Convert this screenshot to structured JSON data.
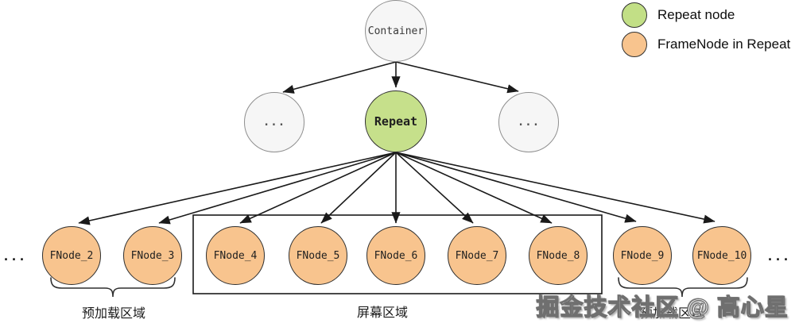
{
  "legend": {
    "items": [
      {
        "id": "repeat-node",
        "label": "Repeat node",
        "color": "#c2df86"
      },
      {
        "id": "framenode-in-repeat",
        "label": "FrameNode in Repeat",
        "color": "#f8c48e"
      }
    ]
  },
  "tree": {
    "root": "Container",
    "middle": {
      "left": "...",
      "center": "Repeat",
      "right": "..."
    },
    "fnodes": [
      "FNode_2",
      "FNode_3",
      "FNode_4",
      "FNode_5",
      "FNode_6",
      "FNode_7",
      "FNode_8",
      "FNode_9",
      "FNode_10"
    ],
    "ellipsis_left": "...",
    "ellipsis_right": "..."
  },
  "regions": {
    "preload_left": "预加载区域",
    "screen": "屏幕区域",
    "preload_right": "预加载区域"
  },
  "watermark": "掘金技术社区 @ 高心星",
  "colors": {
    "repeat_fill": "#c6e08b",
    "fnode_fill": "#f8c48e",
    "plain_fill": "#f6f6f6",
    "edge": "#1a1a1a"
  }
}
